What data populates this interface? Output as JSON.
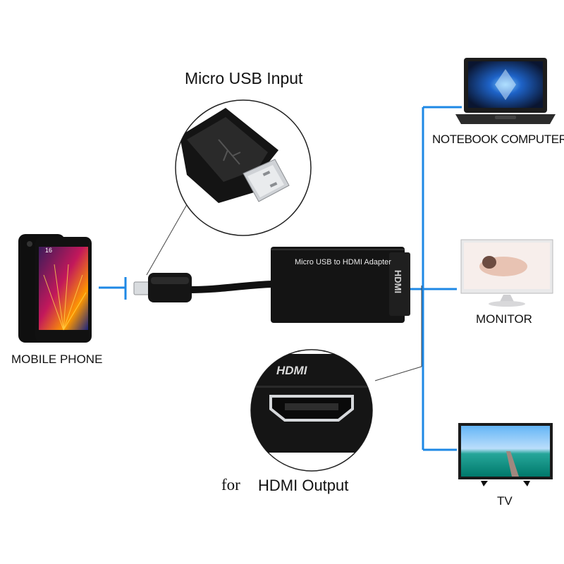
{
  "labels": {
    "micro_usb_input": "Micro USB Input",
    "mobile_phone": "MOBILE PHONE",
    "notebook_computer": "NOTEBOOK COMPUTER",
    "monitor": "MONITOR",
    "tv": "TV",
    "for": "for",
    "hdmi_output": "HDMI Output"
  },
  "adapter": {
    "print_label": "Micro USB to HDMI Adapter",
    "side_logo": "HDMI",
    "port_logo": "HDMI"
  },
  "phone": {
    "clock": "16"
  },
  "colors": {
    "connector_line": "#1e88e5",
    "device_body": "#1a1a1a"
  }
}
